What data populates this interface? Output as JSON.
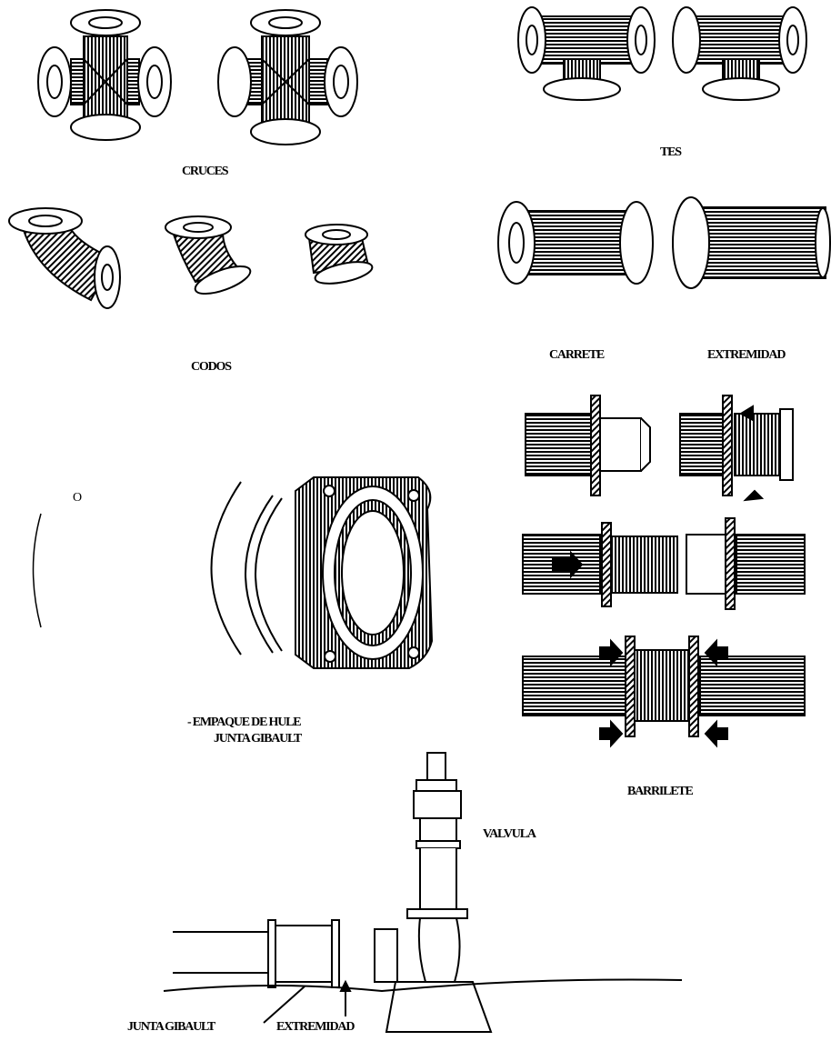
{
  "labels": {
    "cruces": "CRUCES",
    "tes": "TES",
    "codos": "CODOS",
    "carrete": "CARRETE",
    "extremidad_top": "EXTREMIDAD",
    "o_mark": "O",
    "empaque": "-  EMPAQUE DE HULE",
    "junta_gibault_mid": "JUNTA GIBAULT",
    "barrilete": "BARRILETE",
    "valvula": "VALVULA",
    "junta_gibault_bottom": "JUNTA GIBAULT",
    "extremidad_bottom": "EXTREMIDAD"
  },
  "colors": {
    "ink": "#000000",
    "paper": "#ffffff"
  }
}
